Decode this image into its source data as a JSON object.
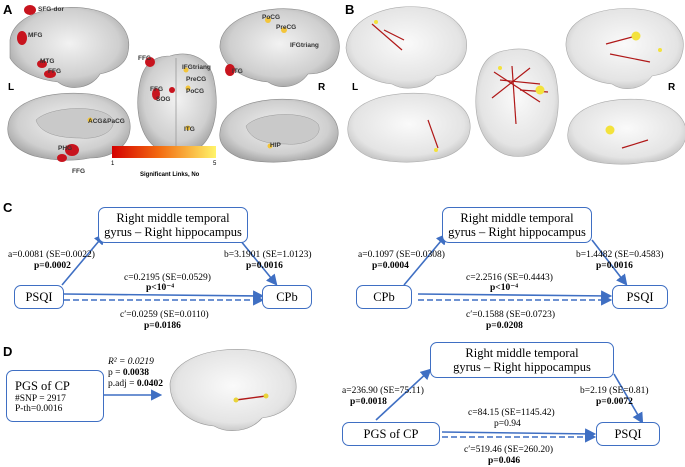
{
  "panels": {
    "a": "A",
    "b": "B",
    "c": "C",
    "d": "D"
  },
  "hemisphere_labels": {
    "left": "L",
    "right": "R"
  },
  "panel_a_regions": [
    "SFG-dor",
    "MFG",
    "MTG",
    "FFG",
    "FFG",
    "PoCG",
    "PreCG",
    "IFGtriang",
    "ITG",
    "FFG",
    "SOG",
    "IFGtriang",
    "PreCG",
    "PoCG",
    "ITG",
    "ACG&PaCG",
    "PHG",
    "FFG",
    "HIP"
  ],
  "colorbar": {
    "min": "1",
    "max": "5",
    "label": "Significant Links, No"
  },
  "mediation_c1": {
    "mediator_line1": "Right middle temporal",
    "mediator_line2": "gyrus – Right hippocampus",
    "x": "PSQI",
    "y": "CPb",
    "a": "a=0.0081 (SE=0.0022)",
    "a_p": "p=0.0002",
    "b": "b=3.1901 (SE=1.0123)",
    "b_p": "p=0.0016",
    "c": "c=0.2195 (SE=0.0529)",
    "c_p": "p<10⁻⁴",
    "cp": "c′=0.0259 (SE=0.0110)",
    "cp_p": "p=0.0186"
  },
  "mediation_c2": {
    "mediator_line1": "Right middle temporal",
    "mediator_line2": "gyrus – Right hippocampus",
    "x": "CPb",
    "y": "PSQI",
    "a": "a=0.1097 (SE=0.0308)",
    "a_p": "p=0.0004",
    "b": "b=1.4482 (SE=0.4583)",
    "b_p": "p=0.0016",
    "c": "c=2.2516 (SE=0.4443)",
    "c_p": "p<10⁻⁴",
    "cp": "c′=0.1588 (SE=0.0723)",
    "cp_p": "p=0.0208"
  },
  "pgs_box": {
    "line1": "PGS of CP",
    "line2": "#SNP = 2917",
    "line3": "P-th=0.0016"
  },
  "pgs_stats": {
    "r2": "R² = 0.0219",
    "p_label": "p = ",
    "p_val": "0.0038",
    "padj_label": "p.adj = ",
    "padj_val": "0.0402"
  },
  "mediation_d": {
    "mediator_line1": "Right middle temporal",
    "mediator_line2": "gyrus – Right hippocampus",
    "x": "PGS of CP",
    "y": "PSQI",
    "a": "a=236.90 (SE=75.11)",
    "a_p": "p=0.0018",
    "b": "b=2.19 (SE=0.81)",
    "b_p": "p=0.0072",
    "c": "c=84.15 (SE=1145.42)",
    "c_p": "p=0.94",
    "cp": "c′=519.46 (SE=260.20)",
    "cp_p": "p=0.046"
  },
  "colors": {
    "arrow": "#3f6fc3",
    "box_border": "#3f6fc3",
    "region_red": "#c8141e",
    "highlight_yellow": "#f3e23c"
  }
}
